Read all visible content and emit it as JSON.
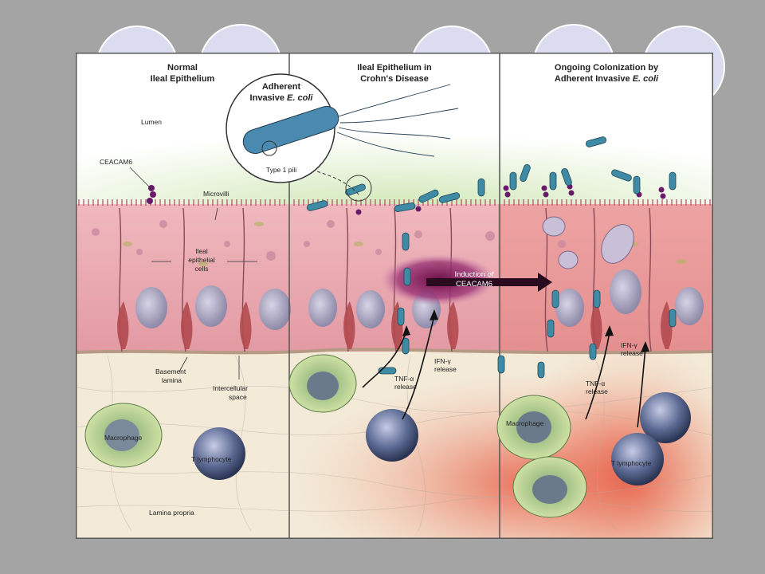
{
  "panels": [
    {
      "title_line1": "Normal",
      "title_line2": "Ileal Epithelium"
    },
    {
      "title_line1": "Ileal Epithelium in",
      "title_line2": "Crohn's Disease"
    },
    {
      "title_line1": "Ongoing Colonization by",
      "title_line2": "Adherent Invasive ",
      "title_line2_italic": "E. coli"
    }
  ],
  "inset": {
    "line1": "Adherent",
    "line2": "Invasive ",
    "line2_italic": "E. coli",
    "pili": "Type 1 pili"
  },
  "labels": {
    "lumen": "Lumen",
    "ceacam6": "CEACAM6",
    "microvilli": "Microvilli",
    "ileal_cells_1": "Ileal",
    "ileal_cells_2": "epithelial",
    "ileal_cells_3": "cells",
    "basement_1": "Basement",
    "basement_2": "lamina",
    "intercellular_1": "Intercellular",
    "intercellular_2": "space",
    "macrophage": "Macrophage",
    "t_lymphocyte": "T lymphocyte",
    "lamina_propria": "Lamina propria",
    "induction_1": "Induction of",
    "induction_2": "CEACAM6",
    "tnf_1": "TNF-α",
    "tnf_2": "release",
    "ifn_1": "IFN-γ",
    "ifn_2": "release",
    "macrophage_3": "Macrophage",
    "t_lymphocyte_3": "T lymphocyte",
    "tnf3_1": "TNF-α",
    "tnf3_2": "release",
    "ifn3_1": "IFN-γ",
    "ifn3_2": "release"
  },
  "colors": {
    "background": "#a4a4a4",
    "circle": "#dcdcf0",
    "lumen_green": "#d9ecc4",
    "epithelium_pink": "#e7a8b0",
    "lamina_beige": "#efe3cc",
    "inflamed_red": "#e8604a",
    "induction_purple": "#7a1a55",
    "bacteria": "#3f8aa5"
  }
}
